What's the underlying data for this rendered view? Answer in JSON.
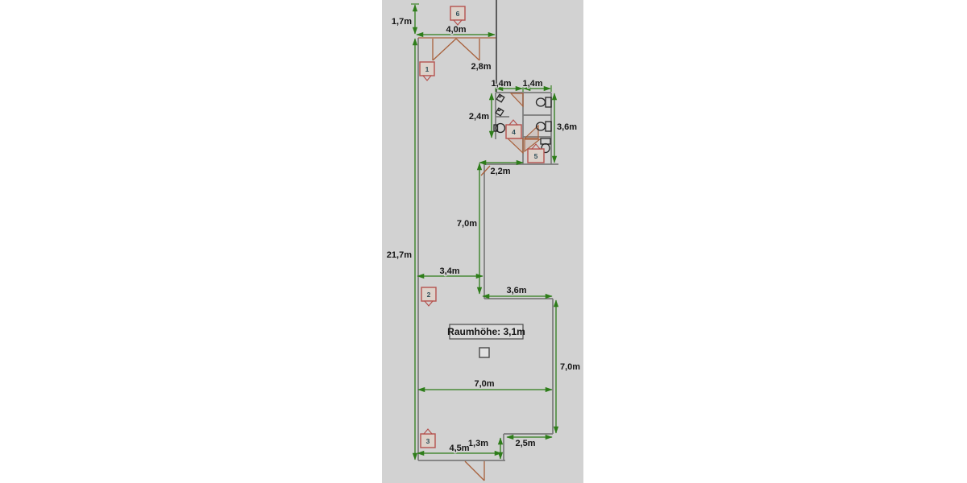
{
  "title": "floor-plan",
  "colors": {
    "plan_background": "#d2d2d2",
    "page_background": "#ffffff",
    "dimension_green": "#2e7d1a",
    "wall_gray": "#7b7b7b",
    "door_sienna": "#a8613c",
    "marker_red": "#b5524e"
  },
  "room_info": {
    "height_label": "Raumhöhe: 3,1m"
  },
  "dimensions": {
    "top_offset": "1,7m",
    "hall_width": "4,0m",
    "door_width": "2,8m",
    "wc_left": "1,4m",
    "wc_right": "1,4m",
    "wc_depth_left": "2,4m",
    "wc_depth_right": "3,6m",
    "passage": "2,2m",
    "corridor_length": "7,0m",
    "total_length": "21,7m",
    "corridor_width": "3,4m",
    "extension_width": "3,6m",
    "extension_length": "7,0m",
    "room_width": "7,0m",
    "step_depth": "1,3m",
    "step_width": "2,5m",
    "bottom_width": "4,5m"
  },
  "markers": {
    "m1": "1",
    "m2": "2",
    "m3": "3",
    "m4": "4",
    "m5": "5",
    "m6": "6"
  }
}
